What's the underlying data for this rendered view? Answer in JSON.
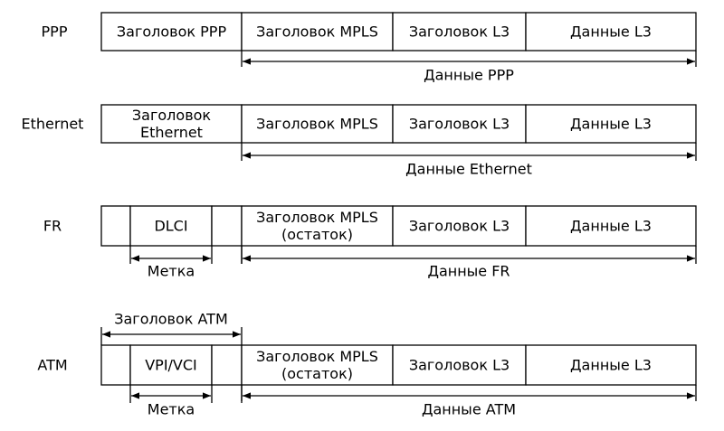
{
  "rows": [
    {
      "label": "PPP",
      "cells": [
        {
          "lines": [
            "Заголовок PPP"
          ]
        },
        {
          "lines": [
            "Заголовок MPLS"
          ]
        },
        {
          "lines": [
            "Заголовок L3"
          ]
        },
        {
          "lines": [
            "Данные L3"
          ]
        }
      ],
      "below": [
        {
          "label": "Данные PPP"
        }
      ]
    },
    {
      "label": "Ethernet",
      "cells": [
        {
          "lines": [
            "Заголовок",
            "Ethernet"
          ]
        },
        {
          "lines": [
            "Заголовок MPLS"
          ]
        },
        {
          "lines": [
            "Заголовок L3"
          ]
        },
        {
          "lines": [
            "Данные L3"
          ]
        }
      ],
      "below": [
        {
          "label": "Данные Ethernet"
        }
      ]
    },
    {
      "label": "FR",
      "cells": [
        {
          "lines": []
        },
        {
          "lines": [
            "DLCI"
          ]
        },
        {
          "lines": []
        },
        {
          "lines": [
            "Заголовок MPLS",
            "(остаток)"
          ]
        },
        {
          "lines": [
            "Заголовок L3"
          ]
        },
        {
          "lines": [
            "Данные L3"
          ]
        }
      ],
      "below": [
        {
          "label": "Метка"
        },
        {
          "label": "Данные FR"
        }
      ]
    },
    {
      "label": "ATM",
      "above": {
        "label": "Заголовок ATM"
      },
      "cells": [
        {
          "lines": []
        },
        {
          "lines": [
            "VPI/VCI"
          ]
        },
        {
          "lines": []
        },
        {
          "lines": [
            "Заголовок MPLS",
            "(остаток)"
          ]
        },
        {
          "lines": [
            "Заголовок L3"
          ]
        },
        {
          "lines": [
            "Данные L3"
          ]
        }
      ],
      "below": [
        {
          "label": "Метка"
        },
        {
          "label": "Данные ATM"
        }
      ]
    }
  ]
}
